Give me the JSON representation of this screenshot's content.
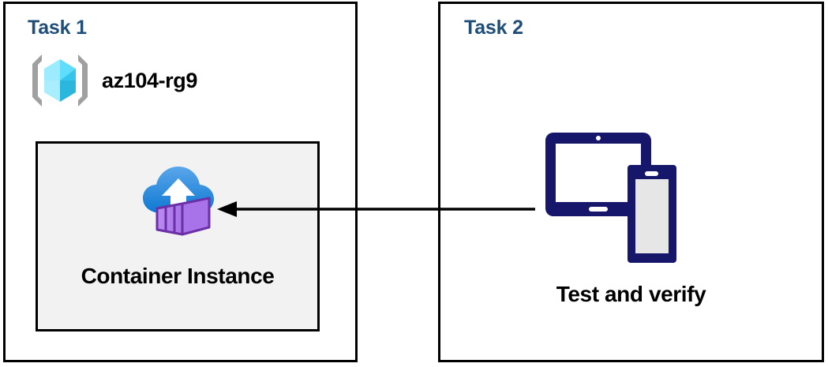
{
  "diagram": {
    "background_color": "#ffffff",
    "panel_border_color": "#000000",
    "title_color": "#1F4E79",
    "panels": [
      {
        "title": "Task 1",
        "resource_group": {
          "icon": "azure-resource-group-icon",
          "label": "az104-rg9",
          "icon_colors": {
            "cube_light": "#9CEBFF",
            "cube_mid": "#32D2F2",
            "cube_dark": "#2196C9",
            "bracket": "#A0A0A0"
          }
        },
        "resource_box": {
          "label": "Container Instance",
          "icon": "azure-container-instance-icon",
          "background_color": "#F2F2F2",
          "border_color": "#000000",
          "icon_colors": {
            "cloud_top": "#54A3E8",
            "cloud_bottom": "#0F7BD4",
            "arrow": "#FFFFFF",
            "box_front": "#B07CEC",
            "box_side": "#9B5FD9",
            "box_outline": "#6B2FA8"
          }
        }
      },
      {
        "title": "Task 2",
        "device": {
          "icon": "tablet-and-phone-icon",
          "label": "Test and verify",
          "icon_colors": {
            "frame": "#16166B",
            "tablet_screen": "#FFFFFF",
            "phone_screen": "#E6E6E6"
          }
        }
      }
    ],
    "connector": {
      "name": "arrow-task2-to-task1",
      "direction": "right-to-left",
      "color": "#000000"
    }
  }
}
